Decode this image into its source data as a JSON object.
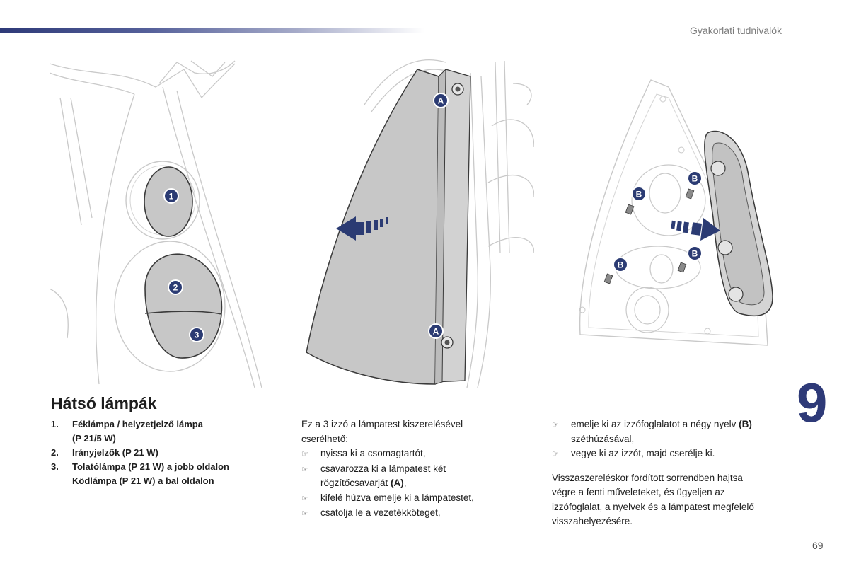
{
  "header": {
    "section_title": "Gyakorlati tudnivalók"
  },
  "chapter": {
    "number": "9"
  },
  "heading": "Hátsó lámpák",
  "figure1": {
    "callouts": [
      "1",
      "2",
      "3"
    ]
  },
  "figure2": {
    "callouts": [
      "A",
      "A"
    ]
  },
  "figure3": {
    "callouts": [
      "B",
      "B",
      "B",
      "B"
    ]
  },
  "bulbs": [
    {
      "num": "1.",
      "line1": "Féklámpa / helyzetjelző lámpa",
      "line2": "(P 21/5 W)"
    },
    {
      "num": "2.",
      "line1": "Irányjelzők (P 21 W)",
      "line2": ""
    },
    {
      "num": "3.",
      "line1": "Tolatólámpa (P 21 W) a jobb oldalon",
      "line2": "Ködlámpa (P 21 W) a bal oldalon"
    }
  ],
  "middle": {
    "intro_1": "Ez a 3 izzó a lámpatest kiszerelésével",
    "intro_2": "cserélhető:",
    "step1": "nyissa ki a csomagtartót,",
    "step2_1": "csavarozza ki a lámpatest két",
    "step2_2": "rögzítőcsavarját ",
    "step2_bold": "(A)",
    "step2_end": ",",
    "step3": "kifelé húzva emelje ki a lámpatestet,",
    "step4": "csatolja le a vezetékköteget,"
  },
  "right": {
    "step5_1": "emelje ki az izzófoglalatot a négy nyelv ",
    "step5_bold": "(B)",
    "step5_2": "széthúzásával,",
    "step6": "vegye ki az izzót, majd cserélje ki.",
    "reassembly_1": "Visszaszereléskor fordított sorrendben hajtsa",
    "reassembly_2": "végre a fenti műveleteket, és ügyeljen az",
    "reassembly_3": "izzófoglalat, a nyelvek és a lámpatest megfelelő",
    "reassembly_4": "visszahelyezésére."
  },
  "icons": {
    "step_bullet": "pointing-hand-icon"
  },
  "colors": {
    "accent": "#2e3a78",
    "callout": "#2b3b73",
    "lamp_fill": "#c7c7c7"
  },
  "page_number": "69"
}
